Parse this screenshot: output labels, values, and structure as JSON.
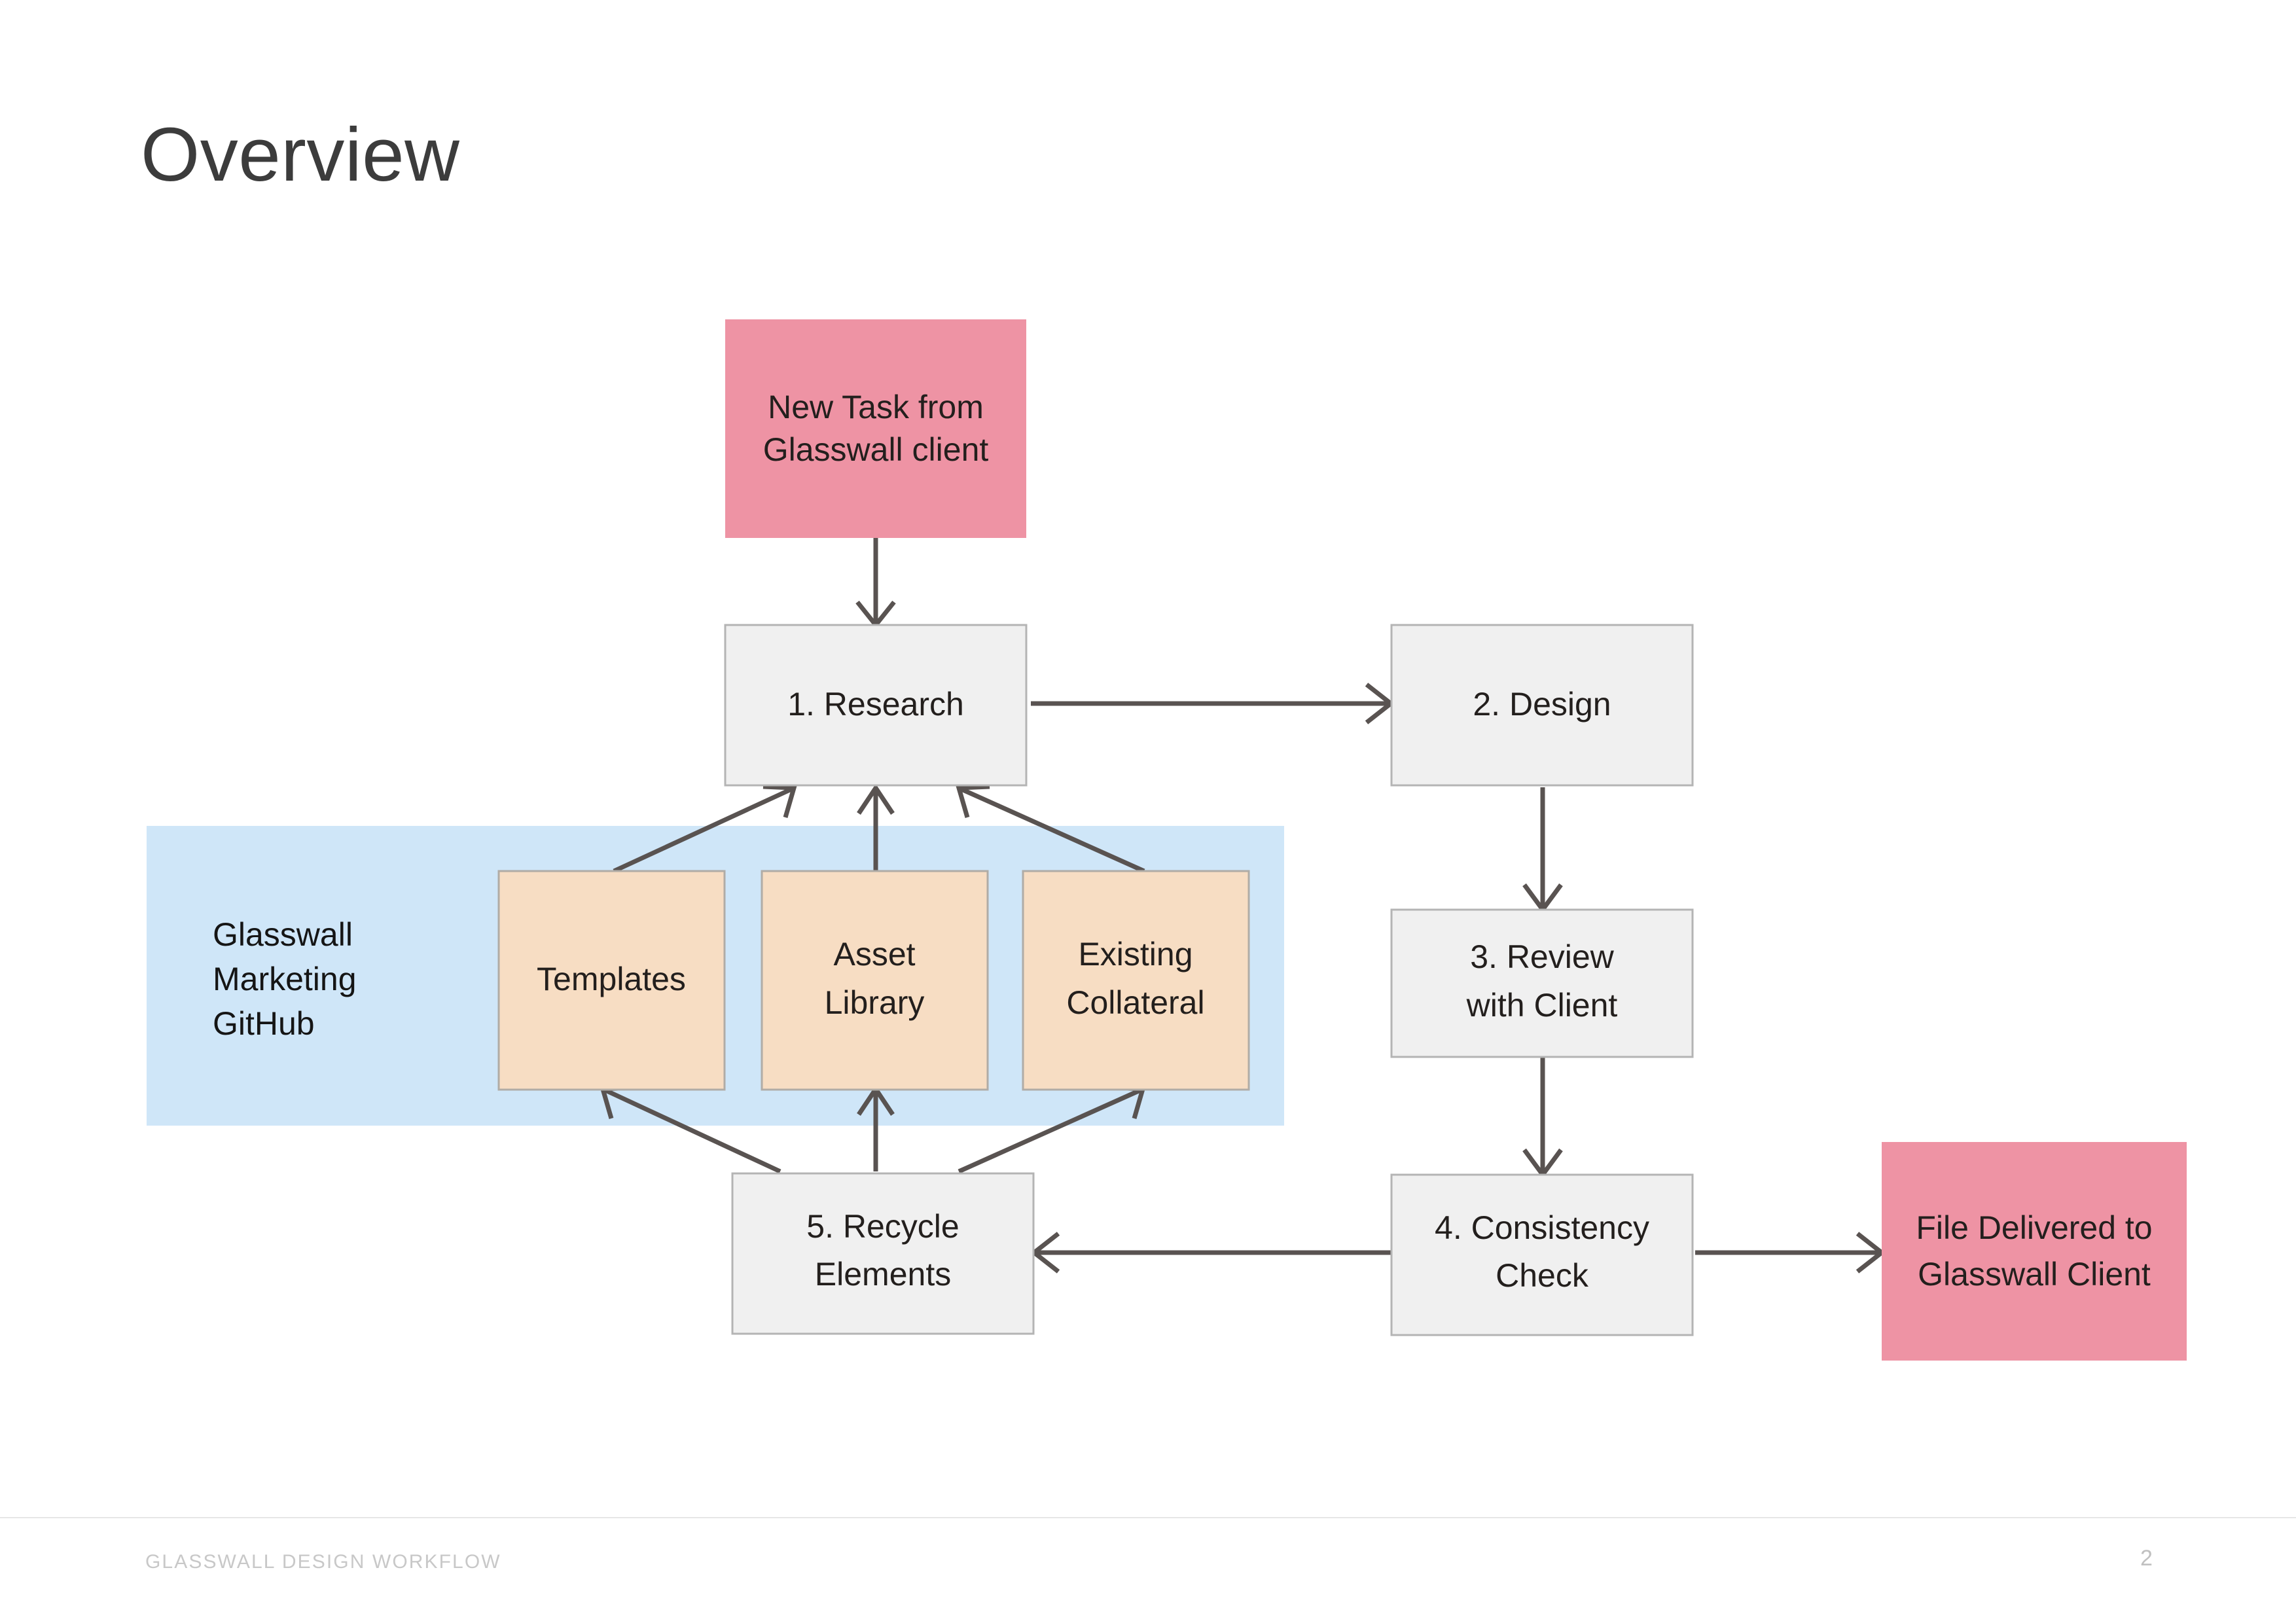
{
  "slide": {
    "title": "Overview"
  },
  "footer": {
    "label": "GLASSWALL DESIGN WORKFLOW",
    "page_number": "2"
  },
  "colors": {
    "terminal_pink": "#EE93A4",
    "process_gray": "#F0F0F0",
    "asset_tan": "#F7DDC3",
    "band_blue": "#CFE6F8",
    "edge_gray": "#595351",
    "box_border": "#B4B4B4",
    "title_gray": "#3C3C3C",
    "footer_gray": "#C8C8C8"
  },
  "diagram": {
    "type": "flowchart",
    "group_band": {
      "label_lines": [
        "Glasswall",
        "Marketing",
        "GitHub"
      ]
    },
    "nodes": [
      {
        "id": "new-task",
        "kind": "terminal",
        "lines": [
          "New Task from",
          "Glasswall client"
        ]
      },
      {
        "id": "research",
        "kind": "process",
        "lines": [
          "1. Research"
        ]
      },
      {
        "id": "design",
        "kind": "process",
        "lines": [
          "2. Design"
        ]
      },
      {
        "id": "review",
        "kind": "process",
        "lines": [
          "3. Review",
          "with Client"
        ]
      },
      {
        "id": "consistency",
        "kind": "process",
        "lines": [
          "4. Consistency",
          "Check"
        ]
      },
      {
        "id": "recycle",
        "kind": "process",
        "lines": [
          "5. Recycle",
          "Elements"
        ]
      },
      {
        "id": "templates",
        "kind": "asset",
        "lines": [
          "Templates"
        ]
      },
      {
        "id": "asset-library",
        "kind": "asset",
        "lines": [
          "Asset",
          "Library"
        ]
      },
      {
        "id": "existing-collateral",
        "kind": "asset",
        "lines": [
          "Existing",
          "Collateral"
        ]
      },
      {
        "id": "file-delivered",
        "kind": "terminal",
        "lines": [
          "File Delivered to",
          "Glasswall Client"
        ]
      }
    ],
    "edges": [
      {
        "from": "new-task",
        "to": "research"
      },
      {
        "from": "research",
        "to": "design"
      },
      {
        "from": "design",
        "to": "review"
      },
      {
        "from": "review",
        "to": "consistency"
      },
      {
        "from": "consistency",
        "to": "recycle"
      },
      {
        "from": "consistency",
        "to": "file-delivered"
      },
      {
        "from": "templates",
        "to": "research"
      },
      {
        "from": "asset-library",
        "to": "research"
      },
      {
        "from": "existing-collateral",
        "to": "research"
      },
      {
        "from": "recycle",
        "to": "templates"
      },
      {
        "from": "recycle",
        "to": "asset-library"
      },
      {
        "from": "recycle",
        "to": "existing-collateral"
      }
    ]
  }
}
